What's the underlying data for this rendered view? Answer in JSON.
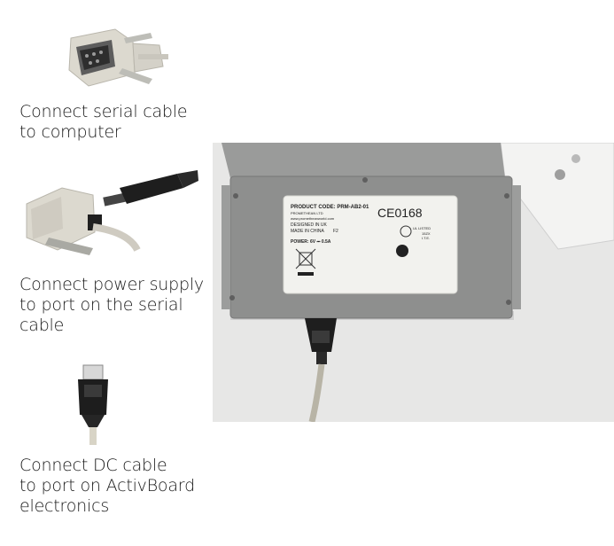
{
  "steps": [
    {
      "caption": "Connect serial cable\nto computer",
      "icon": "serial-connector-icon"
    },
    {
      "caption": "Connect power supply\n to port on the serial\n cable",
      "icon": "power-supply-plug-icon"
    },
    {
      "caption": "Connect DC cable\nto port on ActivBoard\nelectronics",
      "icon": "dc-cable-connector-icon"
    }
  ],
  "label": {
    "product_code": "PRODUCT CODE: PRM-AB2-01",
    "company": "PROMETHEAN LTD",
    "website": "www.prometheanworld.com",
    "designed": "DESIGNED IN UK",
    "made": "MADE IN CHINA",
    "made_code": "F2",
    "ce_mark": "CE0168",
    "power": "POWER: 6V ⎓ 0.5A",
    "ul_listed": "UL LISTED",
    "ul_code": "15ZX",
    "ul_type": "I.T.E."
  },
  "colors": {
    "housing": "#8e8f8e",
    "label_bg": "#f2f2ee",
    "board": "#e6e6e6",
    "connector": "#dddbd4",
    "plug": "#1e1e1e"
  }
}
